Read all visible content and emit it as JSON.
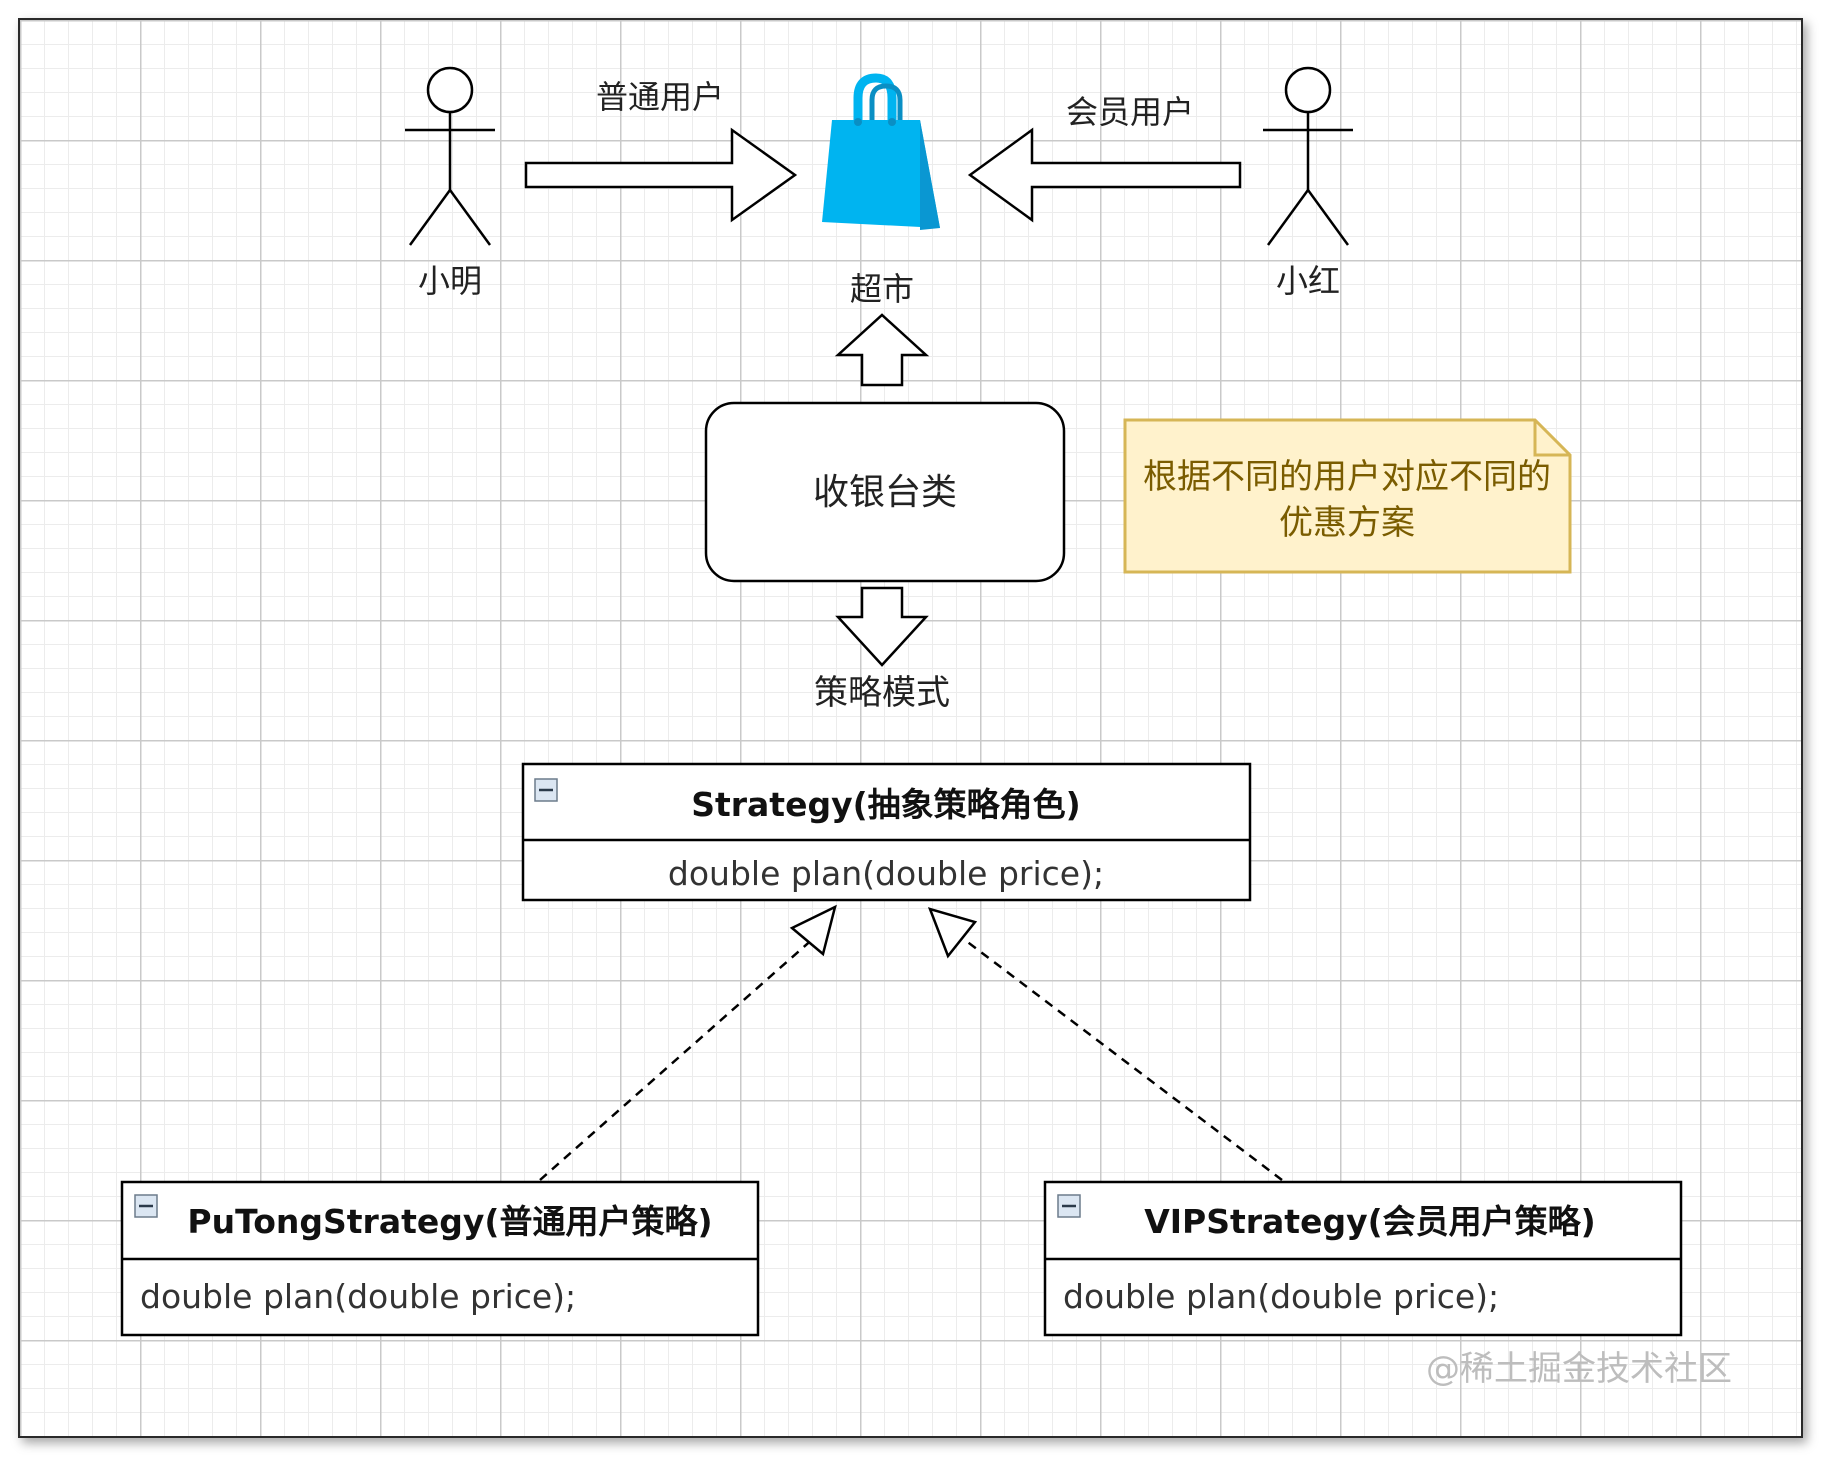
{
  "actors": {
    "left": {
      "label": "小明"
    },
    "right": {
      "label": "小红"
    }
  },
  "arrows": {
    "regular_user": "普通用户",
    "vip_user": "会员用户"
  },
  "supermarket": {
    "label": "超市"
  },
  "cashier": {
    "label": "收银台类"
  },
  "strategy_pattern": {
    "label": "策略模式"
  },
  "note": {
    "line1": "根据不同的用户对应不同的",
    "line2": "优惠方案"
  },
  "uml": {
    "strategy": {
      "title": "Strategy(抽象策略角色)",
      "method": "double plan(double price);"
    },
    "putong": {
      "title": "PuTongStrategy(普通用户策略)",
      "method": "double plan(double price);"
    },
    "vip": {
      "title": "VIPStrategy(会员用户策略)",
      "method": "double plan(double price);"
    }
  },
  "watermark": "@稀土掘金技术社区",
  "colors": {
    "bag": "#00b4f0",
    "note_fill": "#fff2cc",
    "note_border": "#d6b656",
    "note_text": "#7a5c00"
  }
}
